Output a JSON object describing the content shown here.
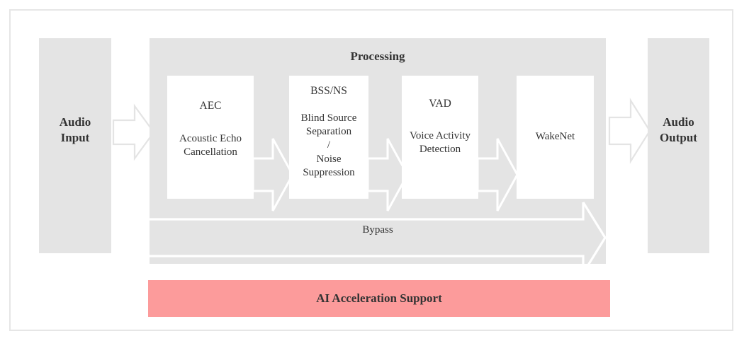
{
  "diagram": {
    "title_visible": false,
    "colors": {
      "panel_gray": "#e4e4e4",
      "box_white": "#ffffff",
      "accent_pink": "#fc9b9b",
      "text_dark": "#333333",
      "frame_gray": "#e6e6e6"
    },
    "input": {
      "label_line1": "Audio",
      "label_line2": "Input"
    },
    "output": {
      "label_line1": "Audio",
      "label_line2": "Output"
    },
    "processing": {
      "title": "Processing",
      "stages": [
        {
          "abbr": "AEC",
          "desc_lines": [
            "Acoustic Echo",
            "Cancellation"
          ]
        },
        {
          "abbr": "BSS/NS",
          "desc_lines": [
            "Blind Source",
            "Separation",
            "/",
            "Noise",
            "Suppression"
          ]
        },
        {
          "abbr": "VAD",
          "desc_lines": [
            "Voice Activity",
            "Detection"
          ]
        },
        {
          "abbr": "WakeNet",
          "desc_lines": []
        }
      ],
      "bypass_label": "Bypass"
    },
    "acceleration": {
      "label": "AI Acceleration Support"
    },
    "icons": {
      "flow_arrow": "right-arrow-icon",
      "bypass_arrow": "bypass-right-arrow-icon"
    }
  }
}
